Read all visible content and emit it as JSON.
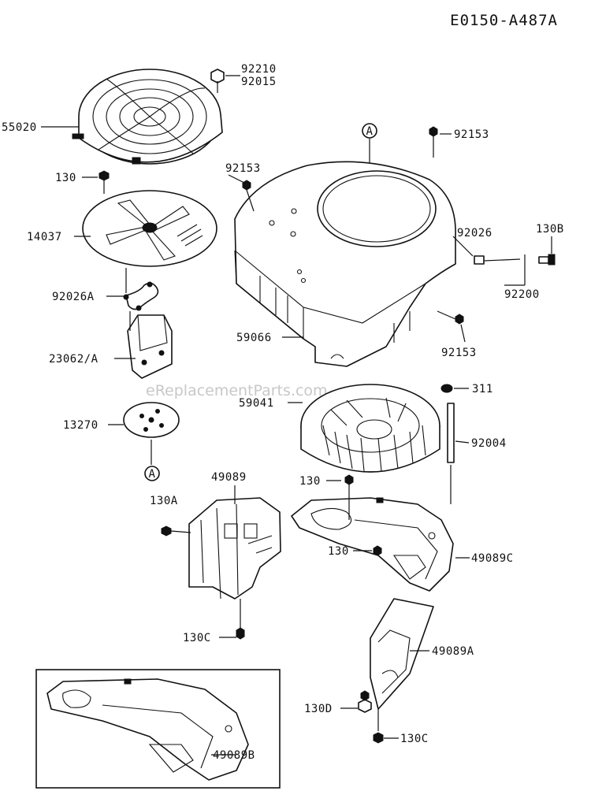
{
  "diagram": {
    "code": "E0150-A487A",
    "watermark": "eReplacementParts.com",
    "reference_marker": "A",
    "labels": {
      "p92210": "92210",
      "p92015": "92015",
      "p55020": "55020",
      "p130_top": "130",
      "p14037": "14037",
      "p92026A": "92026A",
      "p23062A": "23062/A",
      "p13270": "13270",
      "p92153_left": "92153",
      "p92153_top": "92153",
      "p92026": "92026",
      "p130B": "130B",
      "p92200": "92200",
      "p59066": "59066",
      "p92153_right": "92153",
      "p311": "311",
      "p59041": "59041",
      "p92004": "92004",
      "p49089": "49089",
      "p130A": "130A",
      "p130_mid": "130",
      "p130_low": "130",
      "p49089C": "49089C",
      "p130C_left": "130C",
      "p49089A": "49089A",
      "p130D": "130D",
      "p130C_right": "130C",
      "p49089B": "49089B"
    }
  }
}
